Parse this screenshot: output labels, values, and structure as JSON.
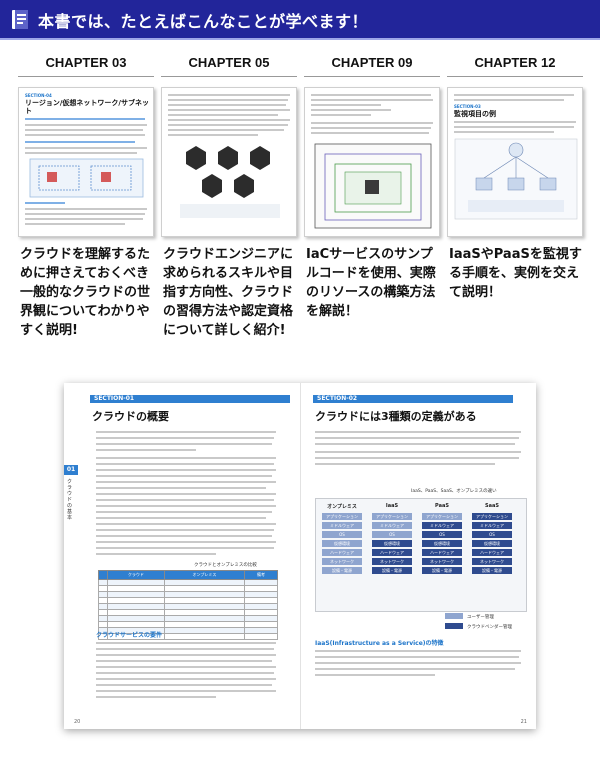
{
  "banner": {
    "title": "本書では、たとえばこんなことが学べます！",
    "icon": "book-icon"
  },
  "columns": [
    {
      "chapter": "CHAPTER 03",
      "description": "クラウドを理解するために押さえておくべき一般的なクラウドの世界観についてわかりやすく説明!",
      "thumb": {
        "section": "SECTION-04",
        "title": "リージョン/仮想ネットワーク/サブネット"
      }
    },
    {
      "chapter": "CHAPTER 05",
      "description": "クラウドエンジニアに求められるスキルや目指す方向性、クラウドの習得方法や認定資格について詳しく紹介!"
    },
    {
      "chapter": "CHAPTER 09",
      "description": "IaCサービスのサンプルコードを使用、実際のリソースの構築方法を解説！"
    },
    {
      "chapter": "CHAPTER 12",
      "description": "IaaSやPaaSを監視する手順を、実例を交えて説明！",
      "thumb": {
        "section": "SECTION-03",
        "title": "監視項目の例"
      }
    }
  ],
  "spread": {
    "left": {
      "section": "SECTION-01",
      "title": "クラウドの概要",
      "tab": "01",
      "vertical": "クラウドの基本",
      "subheading": "クラウドサービスの要件",
      "table_caption": "クラウドとオンプレミスの比較",
      "table_headers": [
        "",
        "クラウド",
        "オンプレミス",
        "備考"
      ],
      "page_number": "20"
    },
    "right": {
      "section": "SECTION-02",
      "title": "クラウドには3種類の定義がある",
      "diagram_caption": "IaaS、PaaS、SaaS、オンプレミスの違い",
      "columns": [
        "オンプレミス",
        "IaaS",
        "PaaS",
        "SaaS"
      ],
      "layers": [
        "アプリケーション",
        "ミドルウェア",
        "OS",
        "仮想環境",
        "ハードウェア",
        "ネットワーク",
        "設備・電源"
      ],
      "legend": [
        "ユーザー管理",
        "クラウドベンダー管理"
      ],
      "subheading": "IaaS(Infrastructure as a Service)の特徴",
      "page_number": "21"
    }
  }
}
